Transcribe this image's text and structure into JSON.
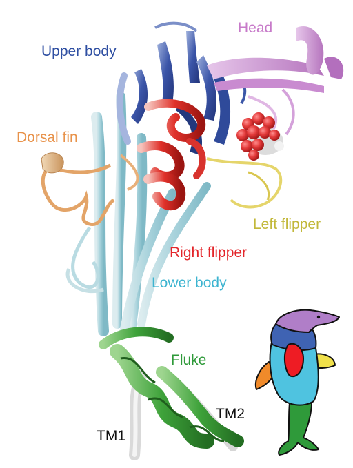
{
  "labels": {
    "head": "Head",
    "upper_body": "Upper body",
    "dorsal_fin": "Dorsal fin",
    "left_flipper": "Left flipper",
    "right_flipper": "Right flipper",
    "lower_body": "Lower body",
    "fluke": "Fluke",
    "tm1": "TM1",
    "tm2": "TM2"
  },
  "colors": {
    "head": "#c77ac9",
    "upper_body": "#2f4fa2",
    "dorsal_fin": "#e8924a",
    "left_flipper": "#c2b83a",
    "right_flipper": "#e3262b",
    "lower_body": "#3db4d0",
    "fluke": "#2f9a3a",
    "tm": "#111111",
    "ligand": "#d93a3a",
    "schematic_body": "#4fc3e0",
    "schematic_upper": "#3f63b3",
    "schematic_head": "#b07ec8",
    "schematic_dorsal": "#f08a2a",
    "schematic_flipper_left": "#f0e04a",
    "schematic_flipper_right": "#ee1c24",
    "schematic_tail": "#2f9a3a"
  }
}
